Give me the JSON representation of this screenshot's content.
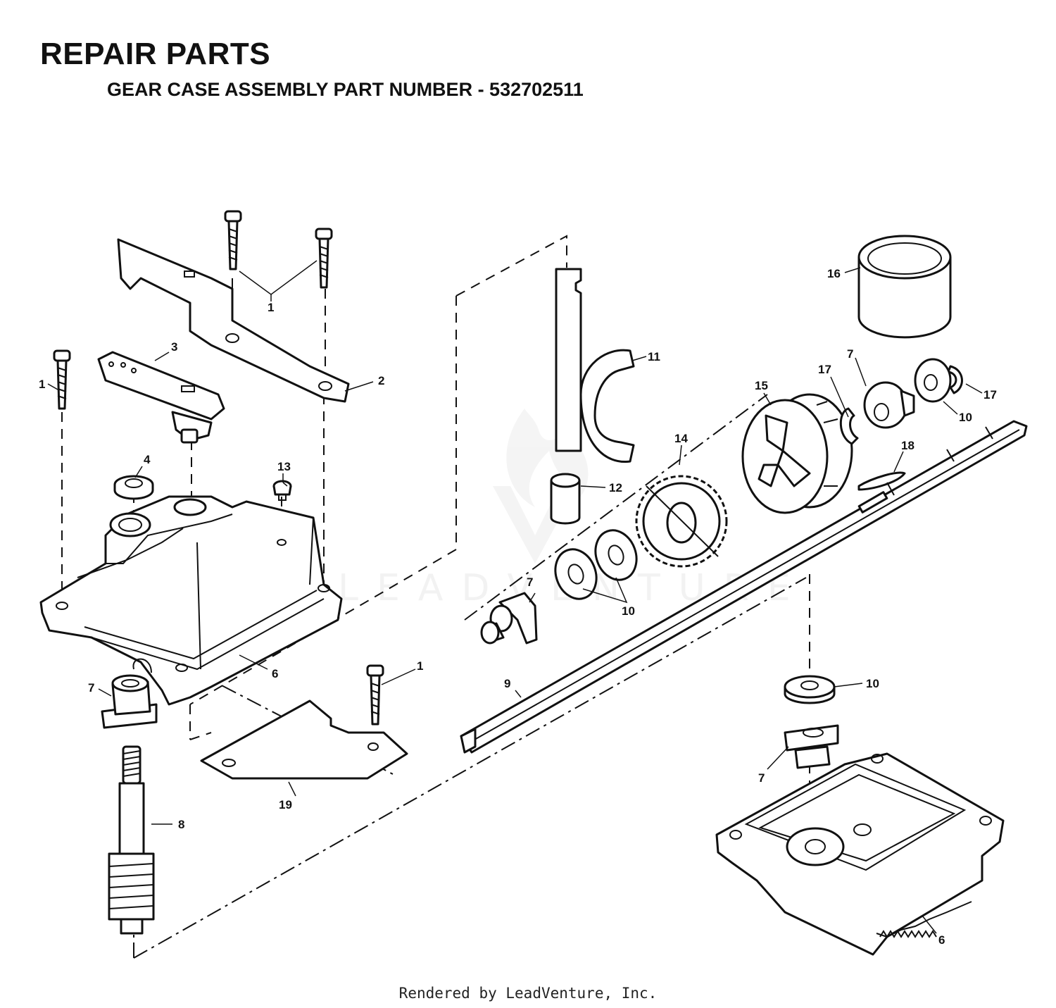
{
  "header": {
    "title": "REPAIR PARTS",
    "subtitle": "GEAR CASE ASSEMBLY PART NUMBER  - 532702511"
  },
  "watermark": {
    "text": "LEADVENTURE"
  },
  "footer": {
    "text": "Rendered by LeadVenture, Inc."
  },
  "callouts": {
    "c1_top": "1",
    "c1_left": "1",
    "c1_bottom": "1",
    "c2": "2",
    "c3": "3",
    "c4": "4",
    "c6_housing": "6",
    "c6_bottom": "6",
    "c7_left": "7",
    "c7_center": "7",
    "c7_right_top": "7",
    "c7_right_bottom": "7",
    "c8": "8",
    "c9": "9",
    "c10_center": "10",
    "c10_right_top": "10",
    "c10_right_bottom": "10",
    "c11": "11",
    "c12": "12",
    "c13": "13",
    "c14": "14",
    "c15": "15",
    "c16": "16",
    "c17_left": "17",
    "c17_right": "17",
    "c18": "18",
    "c19": "19"
  }
}
